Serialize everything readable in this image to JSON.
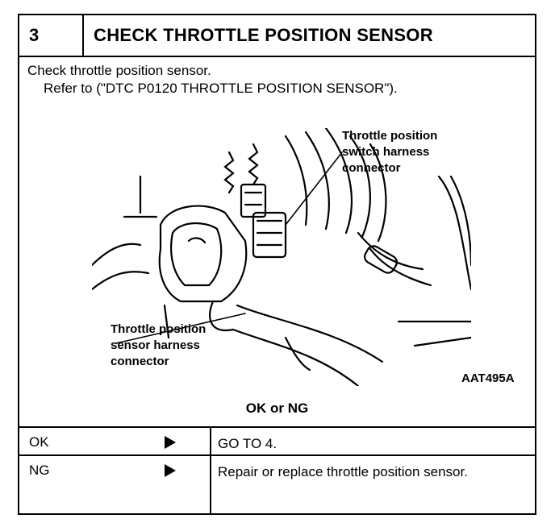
{
  "header": {
    "step_number": "3",
    "title": "CHECK THROTTLE POSITION SENSOR"
  },
  "instructions": {
    "line1": "Check throttle position sensor.",
    "line2": "Refer to (\"DTC P0120 THROTTLE POSITION SENSOR\")."
  },
  "figure": {
    "label_top": [
      "Throttle position",
      "switch harness",
      "connector"
    ],
    "label_bottom": [
      "Throttle position",
      "sensor harness",
      "connector"
    ],
    "code": "AAT495A"
  },
  "question": "OK or NG",
  "results": [
    {
      "status": "OK",
      "action": "GO TO 4."
    },
    {
      "status": "NG",
      "action": "Repair or replace throttle position sensor."
    }
  ]
}
